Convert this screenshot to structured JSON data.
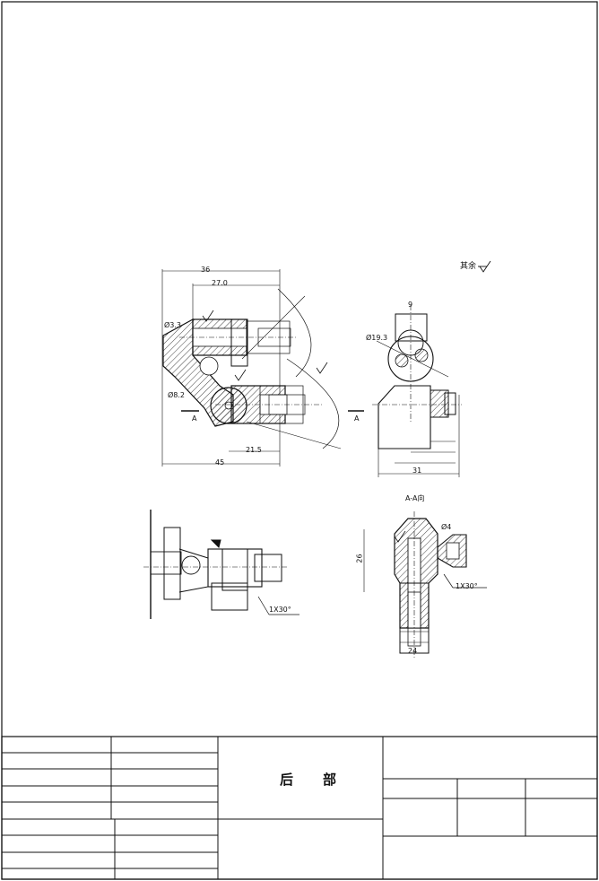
{
  "title_block": {
    "name_part1": "后",
    "name_part2": "部"
  },
  "notes": {
    "surface_finish": "其余",
    "section_view": "A-A向",
    "section_mark": "A",
    "chamfer_1": "1X30°",
    "chamfer_2": "1X30°"
  },
  "dims": {
    "d36": "36",
    "d270": "27.0",
    "d215": "21.5",
    "d45": "45",
    "phi19": "Ø19.3",
    "phi33": "Ø3.3",
    "phi82": "Ø8.2",
    "d31": "31",
    "phi4": "Ø4",
    "d26": "26",
    "d9": "9",
    "d24": "24"
  }
}
